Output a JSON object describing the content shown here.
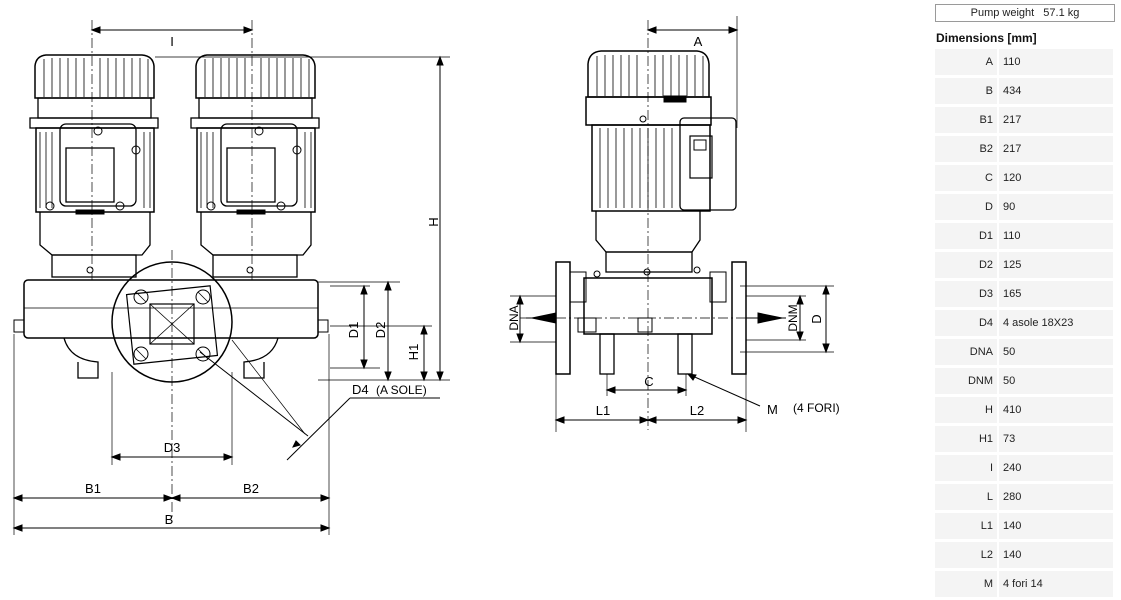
{
  "pump_weight": {
    "label": "Pump weight",
    "value": "57.1 kg"
  },
  "dimensions_title": "Dimensions [mm]",
  "dimensions": [
    {
      "key": "A",
      "value": "110"
    },
    {
      "key": "B",
      "value": "434"
    },
    {
      "key": "B1",
      "value": "217"
    },
    {
      "key": "B2",
      "value": "217"
    },
    {
      "key": "C",
      "value": "120"
    },
    {
      "key": "D",
      "value": "90"
    },
    {
      "key": "D1",
      "value": "110"
    },
    {
      "key": "D2",
      "value": "125"
    },
    {
      "key": "D3",
      "value": "165"
    },
    {
      "key": "D4",
      "value": "4 asole 18X23"
    },
    {
      "key": "DNA",
      "value": "50"
    },
    {
      "key": "DNM",
      "value": "50"
    },
    {
      "key": "H",
      "value": "410"
    },
    {
      "key": "H1",
      "value": "73"
    },
    {
      "key": "I",
      "value": "240"
    },
    {
      "key": "L",
      "value": "280"
    },
    {
      "key": "L1",
      "value": "140"
    },
    {
      "key": "L2",
      "value": "140"
    },
    {
      "key": "M",
      "value": "4 fori 14"
    }
  ],
  "drawing": {
    "labels": {
      "I": "I",
      "H": "H",
      "D1": "D1",
      "D2": "D2",
      "H1": "H1",
      "D4": "D4",
      "D4_note": "(A SOLE)",
      "D3": "D3",
      "B1": "B1",
      "B2": "B2",
      "B": "B",
      "A": "A",
      "DNA": "DNA",
      "DNM": "DNM",
      "D": "D",
      "C": "C",
      "L1": "L1",
      "L2": "L2",
      "M": "M",
      "M_note": "(4 FORI)"
    }
  }
}
